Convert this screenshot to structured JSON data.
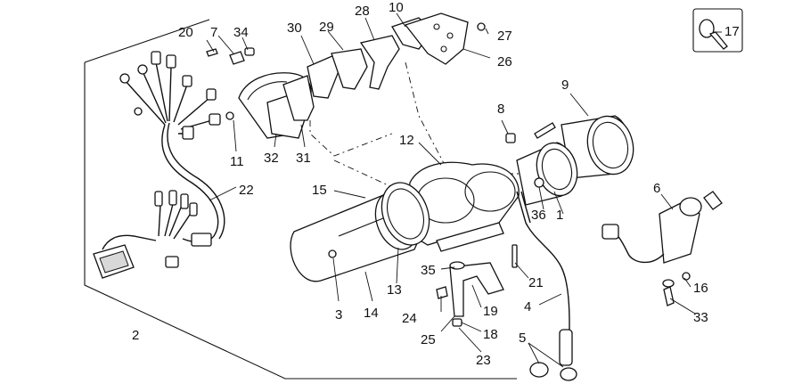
{
  "callouts": [
    "1",
    "2",
    "3",
    "4",
    "5",
    "6",
    "7",
    "8",
    "9",
    "10",
    "11",
    "12",
    "13",
    "14",
    "15",
    "16",
    "17",
    "18",
    "19",
    "20",
    "21",
    "22",
    "23",
    "24",
    "25",
    "26",
    "27",
    "28",
    "29",
    "30",
    "31",
    "32",
    "33",
    "34",
    "35",
    "36"
  ],
  "icons": {
    "key": "key-icon"
  }
}
